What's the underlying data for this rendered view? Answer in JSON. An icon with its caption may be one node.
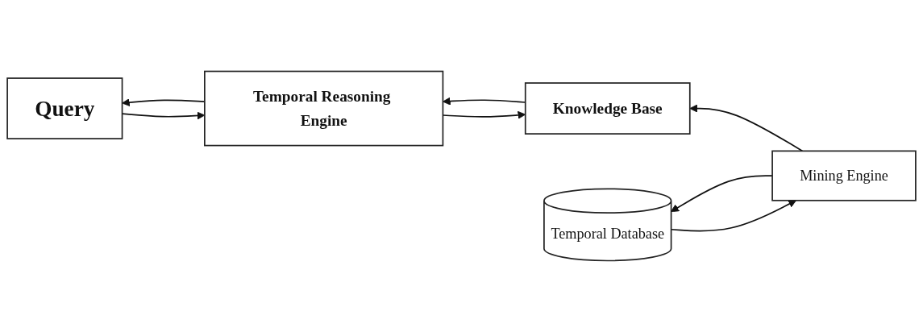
{
  "diagram": {
    "nodes": [
      {
        "text": [
          "Knowledge Base"
        ]
      },
      {
        "text": [
          "Mining Engine"
        ]
      },
      {
        "text": [
          "Temporal Database"
        ]
      },
      {
        "text": [
          "Temporal Reasoning Engine"
        ]
      },
      {
        "text": [
          "Query"
        ]
      }
    ],
    "edges": [
      {
        "from": 1,
        "to": 0,
        "arrow": "to"
      },
      {
        "from": 2,
        "to": 1,
        "arrow": "to"
      },
      {
        "from": 1,
        "to": 2,
        "arrow": "to"
      },
      {
        "from": 0,
        "to": 3,
        "arrow": "to"
      },
      {
        "from": 3,
        "to": 0,
        "arrow": "to"
      },
      {
        "from": 3,
        "to": 4,
        "arrow": "to"
      },
      {
        "from": 4,
        "to": 3,
        "arrow": "to"
      }
    ]
  }
}
